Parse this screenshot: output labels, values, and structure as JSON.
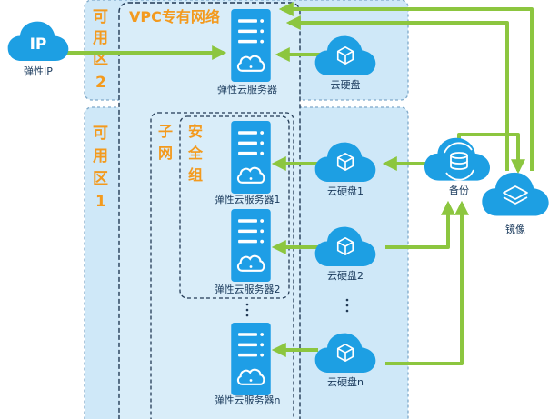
{
  "colors": {
    "zone_fill": "#cfe8f8",
    "zone_border": "#7fa9c9",
    "cloud_blue": "#1d9fe3",
    "server_blue": "#1e9ee6",
    "arrow_green": "#8cc63f",
    "label_orange": "#f39a1e",
    "text_dark": "#1a3a5c"
  },
  "ip": {
    "icon_text": "IP",
    "label": "弹性IP"
  },
  "zones": {
    "az2": {
      "chars": [
        "可",
        "用",
        "区",
        "2"
      ]
    },
    "az1": {
      "chars": [
        "可",
        "用",
        "区",
        "1"
      ]
    },
    "vpc": {
      "label": "VPC专有网络"
    },
    "subnet": {
      "chars": [
        "子",
        "网"
      ]
    },
    "security_group": {
      "chars": [
        "安",
        "全",
        "组"
      ]
    }
  },
  "servers": {
    "top": "弹性云服务器",
    "s1": "弹性云服务器1",
    "s2": "弹性云服务器2",
    "sn": "弹性云服务器n"
  },
  "disks": {
    "top": "云硬盘",
    "d1": "云硬盘1",
    "d2": "云硬盘2",
    "dn": "云硬盘n"
  },
  "backup": {
    "label": "备份"
  },
  "image": {
    "label": "镜像"
  },
  "icons": [
    "cloud-icon",
    "server-icon",
    "disk-cube-icon",
    "backup-icon",
    "image-layers-icon"
  ]
}
